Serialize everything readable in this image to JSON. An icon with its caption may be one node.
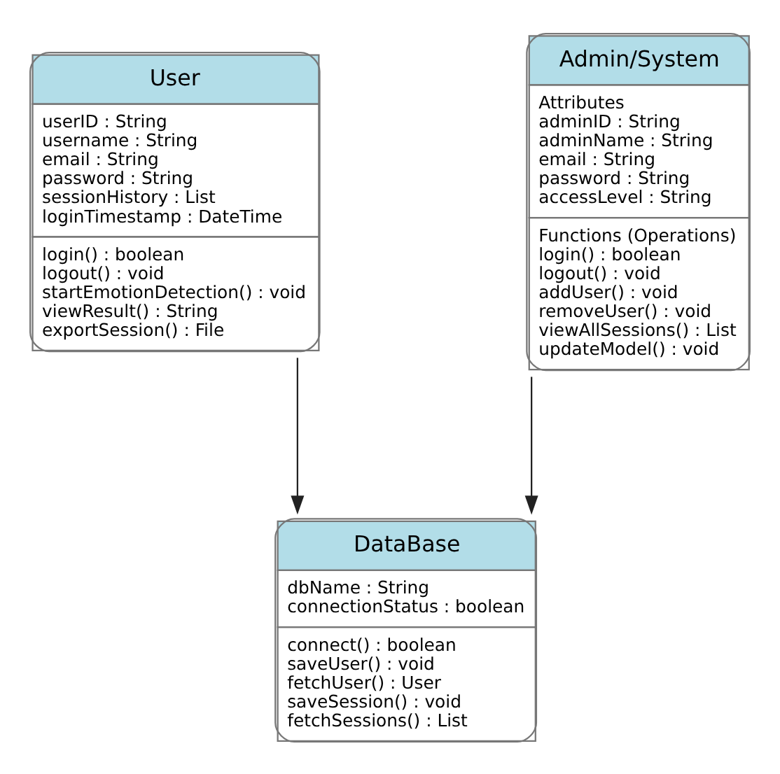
{
  "diagram": {
    "nodes": [
      {
        "text": [
          "User",
          "userID : String",
          "username : String",
          "email : String",
          "password : String",
          "sessionHistory : List",
          "loginTimestamp : DateTime",
          "login() : boolean",
          "logout() : void",
          "startEmotionDetection() : void",
          "viewResult() : String",
          "exportSession() : File"
        ]
      },
      {
        "text": [
          "Admin/System",
          "Attributes",
          "adminID : String",
          "adminName : String",
          "email : String",
          "password : String",
          "accessLevel : String",
          "Functions (Operations)",
          "login() : boolean",
          "logout() : void",
          "addUser() : void",
          "removeUser() : void",
          "viewAllSessions() : List",
          "updateModel() : void"
        ]
      },
      {
        "text": [
          "DataBase",
          "dbName : String",
          "connectionStatus : boolean",
          "connect() : boolean",
          "saveUser() : void",
          "fetchUser() : User",
          "saveSession() : void",
          "fetchSessions() : List"
        ]
      }
    ],
    "edges": [
      {
        "from": 0,
        "to": 2,
        "arrow": "to"
      },
      {
        "from": 1,
        "to": 2,
        "arrow": "to"
      }
    ]
  }
}
